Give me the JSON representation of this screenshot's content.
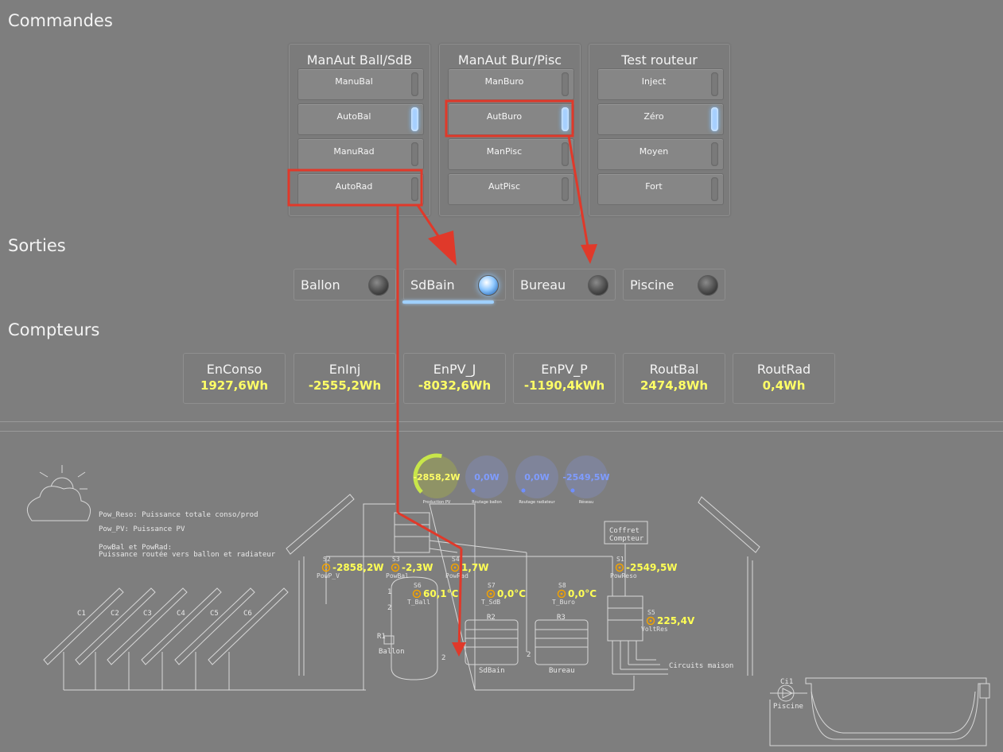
{
  "sections": {
    "commandes": "Commandes",
    "sorties": "Sorties",
    "compteurs": "Compteurs"
  },
  "panels": [
    {
      "title": "ManAut Ball/SdB",
      "buttons": [
        {
          "label": "ManuBal",
          "on": false
        },
        {
          "label": "AutoBal",
          "on": true
        },
        {
          "label": "ManuRad",
          "on": false
        },
        {
          "label": "AutoRad",
          "on": false
        }
      ]
    },
    {
      "title": "ManAut Bur/Pisc",
      "buttons": [
        {
          "label": "ManBuro",
          "on": false
        },
        {
          "label": "AutBuro",
          "on": true
        },
        {
          "label": "ManPisc",
          "on": false
        },
        {
          "label": "AutPisc",
          "on": false
        }
      ]
    },
    {
      "title": "Test routeur",
      "buttons": [
        {
          "label": "Inject",
          "on": false
        },
        {
          "label": "Zéro",
          "on": true
        },
        {
          "label": "Moyen",
          "on": false
        },
        {
          "label": "Fort",
          "on": false
        }
      ]
    }
  ],
  "outputs": [
    {
      "label": "Ballon",
      "on": false
    },
    {
      "label": "SdBain",
      "on": true
    },
    {
      "label": "Bureau",
      "on": false
    },
    {
      "label": "Piscine",
      "on": false
    }
  ],
  "counters": [
    {
      "name": "EnConso",
      "value": "1927,6Wh"
    },
    {
      "name": "EnInj",
      "value": "-2555,2Wh"
    },
    {
      "name": "EnPV_J",
      "value": "-8032,6Wh"
    },
    {
      "name": "EnPV_P",
      "value": "-1190,4kWh"
    },
    {
      "name": "RoutBal",
      "value": "2474,8Wh"
    },
    {
      "name": "RoutRad",
      "value": "0,4Wh"
    }
  ],
  "gauges": [
    {
      "value": "-2858,2W",
      "label": "Production PV",
      "level": 0.55,
      "color": "#c8e64a"
    },
    {
      "value": "0,0W",
      "label": "Routage ballon",
      "level": 0.0,
      "color": "#6f8fff"
    },
    {
      "value": "0,0W",
      "label": "Routage radiateur",
      "level": 0.0,
      "color": "#6f8fff"
    },
    {
      "value": "-2549,5W",
      "label": "Réseau",
      "level": 0.0,
      "color": "#6f8fff"
    }
  ],
  "legend": {
    "line1": "Pow_Reso: Puissance totale conso/prod",
    "line2": "Pow_PV: Puissance PV",
    "line3": "PowBal et PowRad:",
    "line4": "Puissance routée vers ballon et radiateur"
  },
  "sensors": {
    "s2": {
      "id": "S2",
      "name": "PowP_V",
      "value": "-2858,2W"
    },
    "s3": {
      "id": "S3",
      "name": "PowBal",
      "value": "-2,3W"
    },
    "s4": {
      "id": "S4",
      "name": "PowRad",
      "value": "1,7W"
    },
    "s1": {
      "id": "S1",
      "name": "PowReso",
      "value": "-2549,5W"
    },
    "s6": {
      "id": "S6",
      "name": "T_Ball",
      "value": "60,1°C"
    },
    "s7": {
      "id": "S7",
      "name": "T_SdB",
      "value": "0,0°C"
    },
    "s8": {
      "id": "S8",
      "name": "T_Buro",
      "value": "0,0°C"
    },
    "s5": {
      "id": "S5",
      "name": "VoltRes",
      "value": "225,4V"
    }
  },
  "panel_labels": [
    "C1",
    "C2",
    "C3",
    "C4",
    "C5",
    "C6"
  ],
  "diagram_labels": {
    "coffret1": "Coffret",
    "coffret2": "Compteur",
    "ballon": "Ballon",
    "r1": "R1",
    "r2": "R2",
    "r3": "R3",
    "sdbain": "SdBain",
    "bureau": "Bureau",
    "circuits": "Circuits maison",
    "ci1": "Ci1",
    "piscine": "Piscine",
    "n1": "1",
    "n2": "2"
  }
}
